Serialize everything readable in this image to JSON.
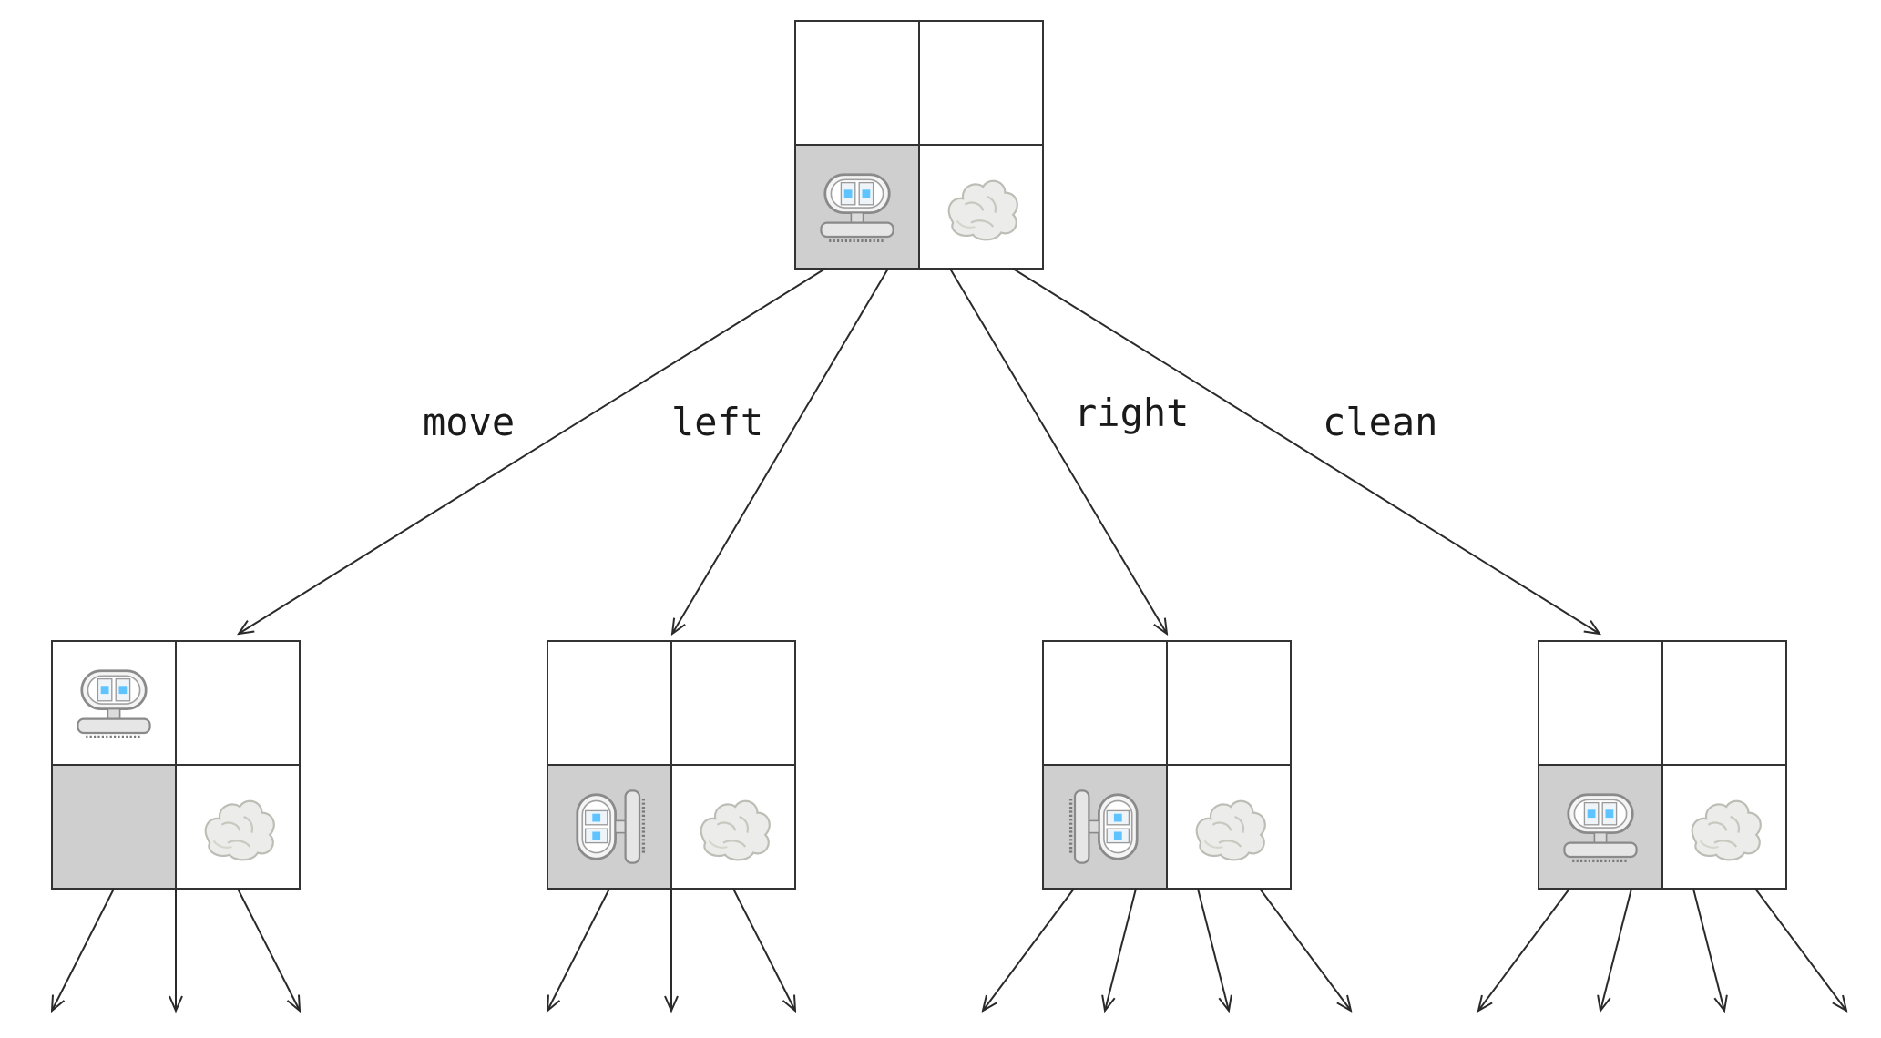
{
  "edge_labels": {
    "move": "move",
    "left": "left",
    "right": "right",
    "clean": "clean"
  },
  "colors": {
    "robot_cell": "#cfcfcf",
    "empty_cell": "#ffffff",
    "grid_line": "#333333",
    "robot_eye": "#5ec3ff",
    "dirt": "#e8e8e2"
  },
  "states": [
    {
      "id": "root",
      "robot_cell": "bottom-left",
      "robot_facing": "up",
      "shaded_cell": "bottom-left",
      "dirt_cell": "bottom-right"
    },
    {
      "id": "after-move",
      "robot_cell": "top-left",
      "robot_facing": "up",
      "shaded_cell": "bottom-left",
      "dirt_cell": "bottom-right"
    },
    {
      "id": "after-left",
      "robot_cell": "bottom-left",
      "robot_facing": "left",
      "shaded_cell": "bottom-left",
      "dirt_cell": "bottom-right"
    },
    {
      "id": "after-right",
      "robot_cell": "bottom-left",
      "robot_facing": "right",
      "shaded_cell": "bottom-left",
      "dirt_cell": "bottom-right"
    },
    {
      "id": "after-clean",
      "robot_cell": "bottom-left",
      "robot_facing": "up",
      "shaded_cell": "bottom-left",
      "dirt_cell": "bottom-right"
    }
  ],
  "icons": {
    "robot": "vacuum-robot-icon",
    "dirt": "dirt-pile-icon"
  }
}
